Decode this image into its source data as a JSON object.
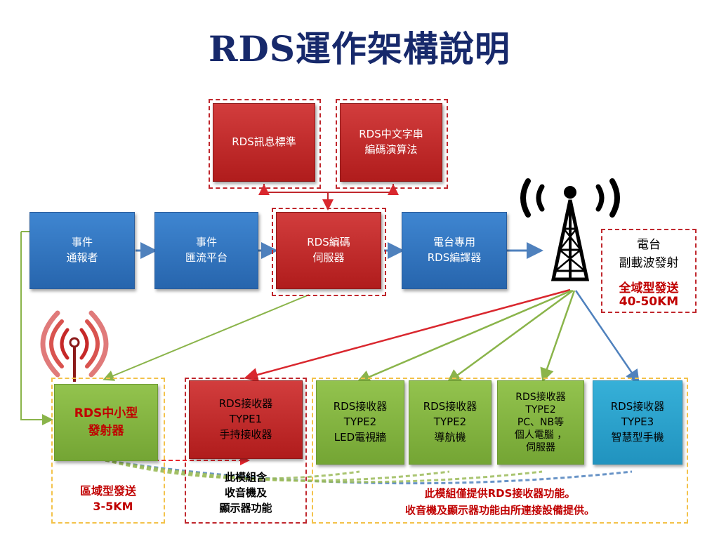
{
  "title": "RDS運作架構說明",
  "top_boxes": {
    "rds_standard": "RDS訊息標準",
    "chinese_encoding": "RDS中文字串\n編碼演算法"
  },
  "flow": {
    "reporter": "事件\n通報者",
    "platform": "事件\n匯流平台",
    "encoder_server": "RDS編碼\n伺服器",
    "station_encoder": "電台專用\nRDS編譯器"
  },
  "station": {
    "line1": "電台",
    "line2": "副載波發射",
    "line3": "全域型發送",
    "line4": "40-50KM"
  },
  "transmitter": {
    "label": "RDS中小型\n發射器",
    "range_line1": "區域型發送",
    "range_line2": "3-5KM"
  },
  "receivers": {
    "type1": "RDS接收器\nTYPE1\n手持接收器",
    "type2_led": "RDS接收器\nTYPE2\nLED電視牆",
    "type2_nav": "RDS接收器\nTYPE2\n導航機",
    "type2_pc": "RDS接收器\nTYPE2\nPC、NB等\n個人電腦 ，\n伺服器",
    "type3": "RDS接收器\nTYPE3\n智慧型手機"
  },
  "notes": {
    "module_note": "此模組含\n收音機及\n顯示器功能",
    "provide_line1": "此模組僅提供RDS接收器功能。",
    "provide_line2": "收音機及顯示器功能由所連接設備提供。"
  },
  "colors": {
    "title": "#17296b",
    "red_box": "#c02a2a",
    "blue_box": "#2f74c0",
    "green_box": "#80b23f",
    "cyan_box": "#28a2cc",
    "accent_red_text": "#c00000",
    "dash_red": "#c0272d",
    "dash_yellow": "#f3c24a"
  }
}
